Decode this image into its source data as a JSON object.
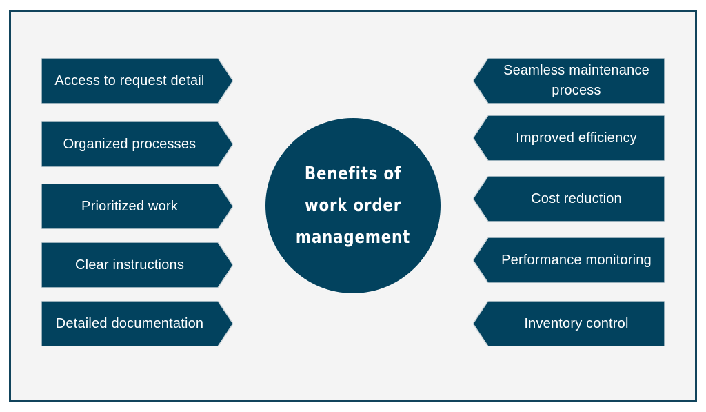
{
  "diagram": {
    "title": "Benefits of work order management",
    "colors": {
      "fill": "#02425e",
      "outline": "#11445c",
      "background": "#f4f4f4",
      "text": "#ffffff"
    },
    "left_items": [
      "Access to request detail",
      "Organized processes",
      "Prioritized work",
      "Clear instructions",
      "Detailed documentation"
    ],
    "right_items": [
      "Seamless maintenance process",
      "Improved efficiency",
      "Cost reduction",
      "Performance monitoring",
      "Inventory control"
    ]
  }
}
